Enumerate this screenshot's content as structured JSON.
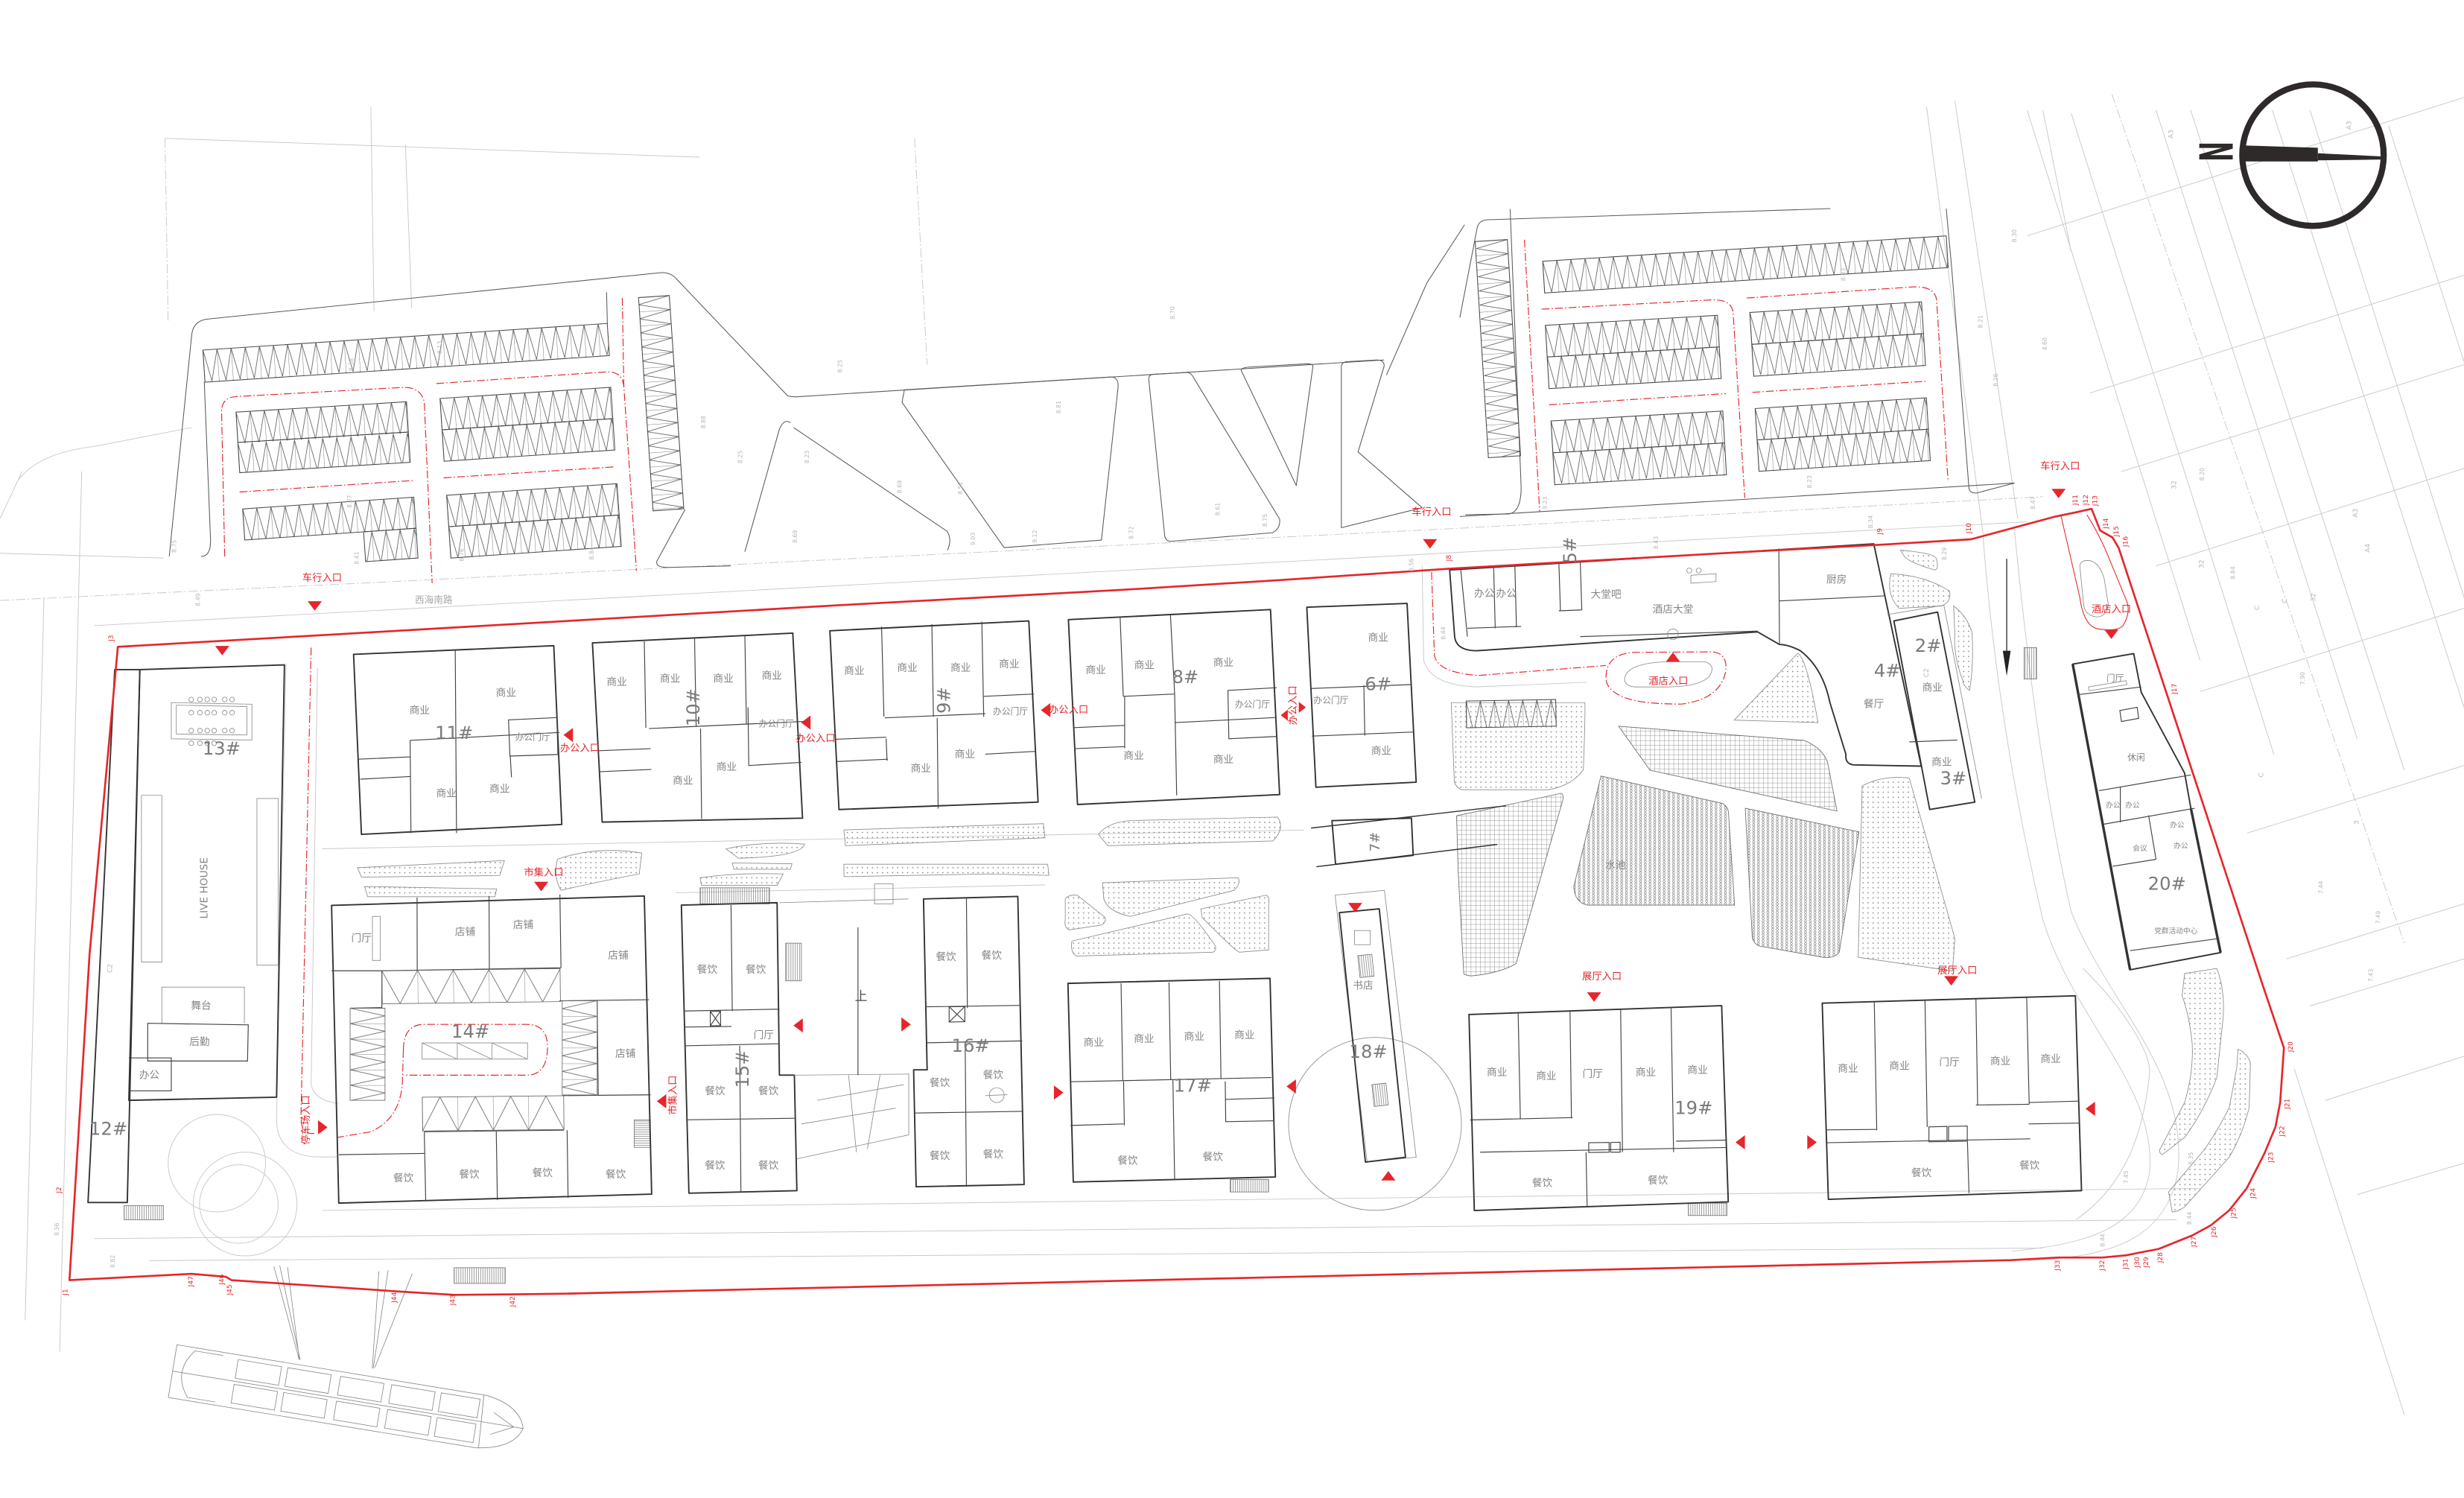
{
  "plan": {
    "north_arrow": {
      "label": "N"
    },
    "road_names": [
      "西海南路"
    ],
    "entrances": [
      {
        "label": "车行入口",
        "type": "vehicle"
      },
      {
        "label": "车行入口",
        "type": "vehicle"
      },
      {
        "label": "车行入口",
        "type": "vehicle"
      },
      {
        "label": "酒店入口",
        "type": "hotel"
      },
      {
        "label": "酒店入口",
        "type": "hotel"
      },
      {
        "label": "办公入口",
        "type": "office"
      },
      {
        "label": "办公入口",
        "type": "office"
      },
      {
        "label": "办公入口",
        "type": "office"
      },
      {
        "label": "办公入口",
        "type": "office"
      },
      {
        "label": "市集入口",
        "type": "market"
      },
      {
        "label": "市集入口",
        "type": "market"
      },
      {
        "label": "停车场入口",
        "type": "parking"
      },
      {
        "label": "展厅入口",
        "type": "exhibition"
      },
      {
        "label": "展厅入口",
        "type": "exhibition"
      }
    ],
    "buildings": [
      {
        "number": "13#",
        "rooms": [
          "LIVE HOUSE",
          "舞台",
          "后勤",
          "办公"
        ]
      },
      {
        "number": "12#",
        "rooms": []
      },
      {
        "number": "11#",
        "rooms": [
          "商业",
          "商业",
          "商业",
          "商业",
          "办公门厅"
        ]
      },
      {
        "number": "10#",
        "rooms": [
          "商业",
          "商业",
          "商业",
          "商业",
          "商业",
          "商业",
          "办公门厅"
        ]
      },
      {
        "number": "9#",
        "rooms": [
          "商业",
          "商业",
          "商业",
          "商业",
          "商业",
          "商业",
          "办公门厅"
        ]
      },
      {
        "number": "8#",
        "rooms": [
          "商业",
          "商业",
          "商业",
          "商业",
          "商业",
          "办公门厅"
        ]
      },
      {
        "number": "7#",
        "rooms": []
      },
      {
        "number": "6#",
        "rooms": [
          "商业",
          "商业",
          "办公门厅"
        ]
      },
      {
        "number": "5#",
        "rooms": [
          "办公",
          "办公",
          "大堂吧",
          "酒店大堂"
        ]
      },
      {
        "number": "4#",
        "rooms": [
          "厨房",
          "餐厅"
        ]
      },
      {
        "number": "3#",
        "rooms": [
          "商业"
        ]
      },
      {
        "number": "2#",
        "rooms": [
          "商业"
        ]
      },
      {
        "number": "14#",
        "rooms": [
          "门厅",
          "店铺",
          "店铺",
          "店铺",
          "店铺",
          "餐饮",
          "餐饮",
          "餐饮",
          "餐饮"
        ]
      },
      {
        "number": "15#",
        "rooms": [
          "餐饮",
          "餐饮",
          "门厅",
          "餐饮",
          "餐饮",
          "餐饮",
          "餐饮"
        ]
      },
      {
        "number": "16#",
        "rooms": [
          "餐饮",
          "餐饮",
          "餐饮",
          "餐饮",
          "餐饮",
          "餐饮"
        ]
      },
      {
        "number": "17#",
        "rooms": [
          "商业",
          "商业",
          "商业",
          "商业",
          "餐饮",
          "餐饮"
        ]
      },
      {
        "number": "18#",
        "rooms": [
          "书店"
        ]
      },
      {
        "number": "19#",
        "rooms": [
          "商业",
          "商业",
          "门厅",
          "商业",
          "商业",
          "餐饮",
          "餐饮"
        ]
      },
      {
        "rooms": [
          "商业",
          "商业",
          "门厅",
          "商业",
          "商业",
          "餐饮",
          "餐饮"
        ]
      },
      {
        "number": "20#",
        "rooms": [
          "门厅",
          "休闲",
          "办公",
          "办公",
          "办公",
          "办公",
          "会议",
          "党群活动中心"
        ]
      }
    ],
    "landscape": {
      "pond_label": "水池",
      "up_marker": "上"
    },
    "boundary_points": [
      "J1",
      "J2",
      "J3",
      "J8",
      "J9",
      "J10",
      "J11",
      "J12",
      "J13",
      "J14",
      "J15",
      "J16",
      "J17",
      "J20",
      "J21",
      "J22",
      "J23",
      "J24",
      "J25",
      "J26",
      "J27",
      "J28",
      "J29",
      "J30",
      "J31",
      "J32",
      "J33",
      "J42",
      "J43",
      "J44",
      "J45",
      "J46",
      "J47"
    ],
    "elevations": [
      "8.13",
      "8.38",
      "8.27",
      "8.41",
      "8.76",
      "8.84",
      "8.88",
      "8.75",
      "8.49",
      "8.25",
      "8.81",
      "8.23",
      "8.25",
      "8.69",
      "8.52",
      "8.61",
      "8.75",
      "8.72",
      "9.12",
      "8.70",
      "8.83",
      "8.23",
      "9.23",
      "8.30",
      "8.21",
      "8.26",
      "4.60",
      "8.56",
      "8.44",
      "8.43",
      "8.34",
      "8.29",
      "8.47",
      "8.20",
      "8.84",
      "7.90",
      "7.44",
      "7.49",
      "7.43",
      "8.82",
      "8.56",
      "8.35",
      "8.44",
      "8.44",
      "7.45",
      "8.69",
      "9.03"
    ],
    "grid_labels": [
      "A3",
      "A3",
      "C2",
      "C2",
      "32",
      "32",
      "C",
      "C",
      "32",
      "C",
      "3",
      "A3",
      "A4"
    ],
    "colors": {
      "boundary_red": "#e5262b",
      "building_line": "#333333",
      "room_label": "#858585",
      "context_line": "#c9c9c9"
    }
  }
}
